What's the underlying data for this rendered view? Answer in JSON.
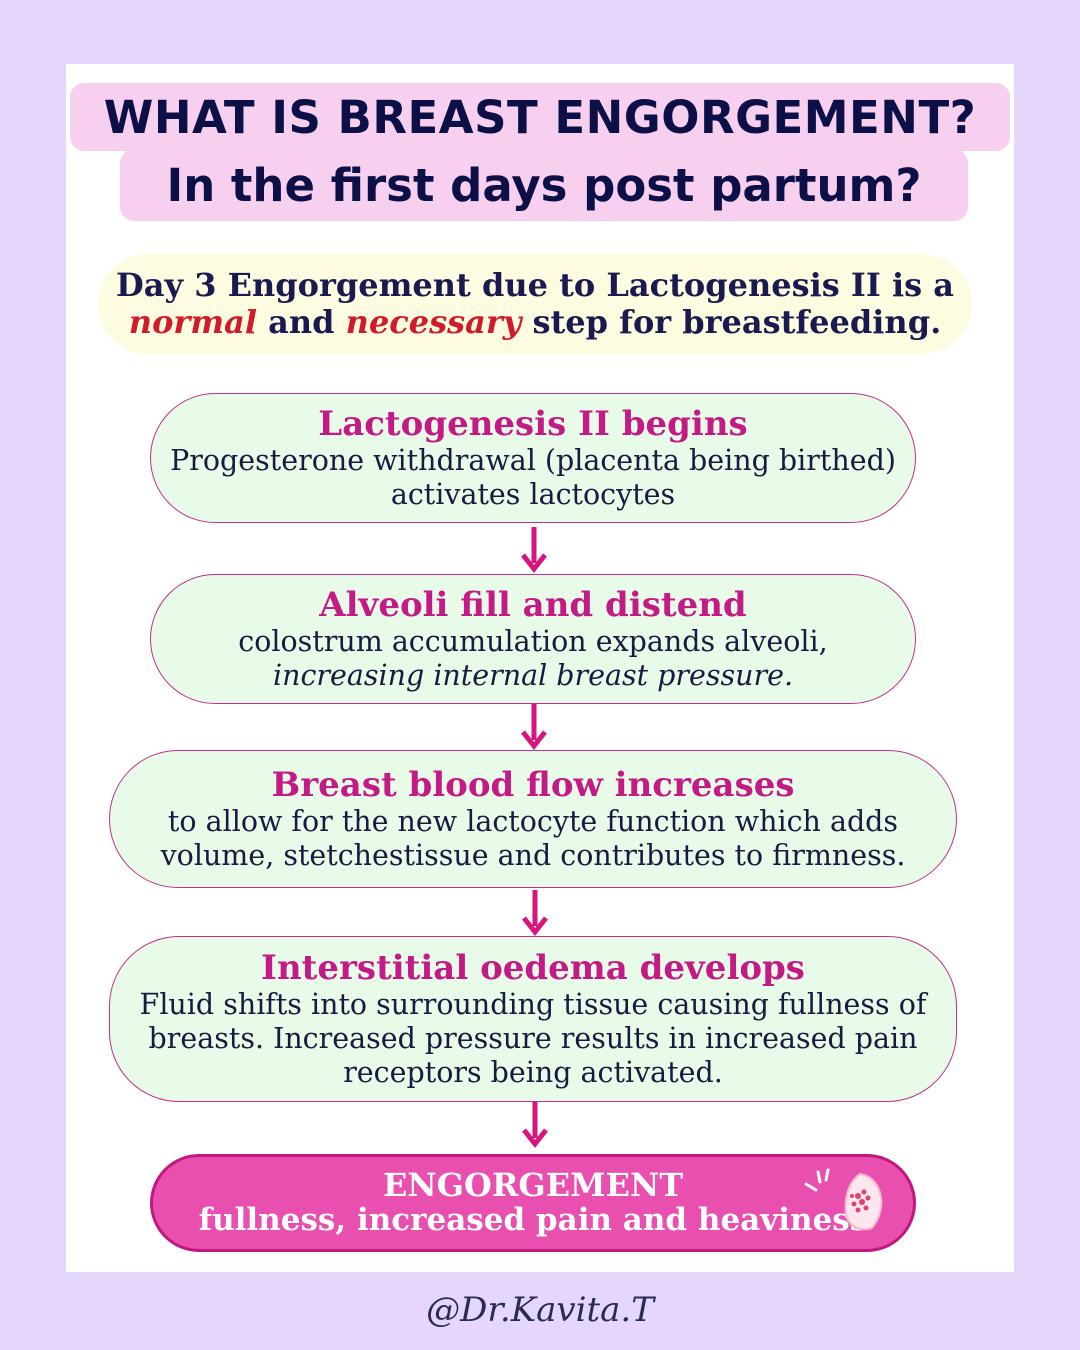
{
  "title": {
    "line1": "WHAT IS BREAST ENGORGEMENT?",
    "line2": "In the first days post partum?"
  },
  "intro": {
    "line1": "Day 3 Engorgement due to Lactogenesis II is a",
    "emphasis1": "normal",
    "connector": "and",
    "emphasis2": "necessary",
    "tail": "step for breastfeeding."
  },
  "steps": [
    {
      "heading": "Lactogenesis II begins",
      "line1": "Progesterone withdrawal (placenta being birthed)",
      "line2": "activates lactocytes"
    },
    {
      "heading": "Alveoli fill and distend",
      "line1": "colostrum accumulation expands alveoli,",
      "line2": "increasing internal breast pressure."
    },
    {
      "heading": "Breast blood flow increases",
      "line1": "to allow for the new lactocyte function which adds",
      "line2": "volume, stetchestissue and contributes to firmness."
    },
    {
      "heading": "Interstitial oedema develops",
      "line1": "Fluid shifts into surrounding tissue causing fullness of",
      "line2": "breasts.  Increased pressure results in increased pain",
      "line3": "receptors being activated."
    }
  ],
  "result": {
    "heading": "ENGORGEMENT",
    "text": "fullness, increased pain and heaviness"
  },
  "credit": "@Dr.Kavita.T",
  "colors": {
    "background": "#e4d7fb",
    "title_bg": "#f7d0ef",
    "title_text": "#0d1046",
    "intro_bg": "#fdfbe0",
    "emphasis": "#d11a2a",
    "step_bg": "#e8fbe8",
    "step_heading": "#c41a86",
    "arrow": "#d6167e",
    "result_bg": "#e84fae"
  },
  "icons": {
    "arrow": "arrow-down-icon",
    "decoration": "breast-pain-icon"
  }
}
